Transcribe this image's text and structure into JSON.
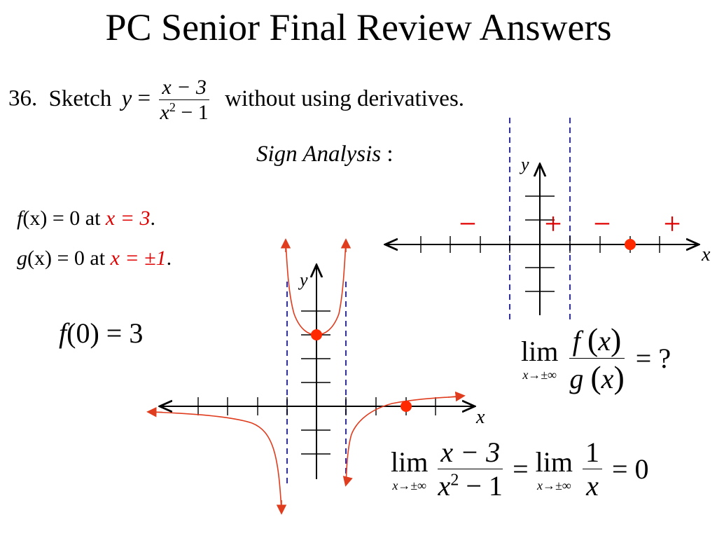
{
  "title": "PC Senior Final Review Answers",
  "problem": {
    "number": "36.",
    "sketch_word": "Sketch",
    "y_var": "y",
    "equals": "=",
    "numerator": "x − 3",
    "den_base": "x",
    "den_exp": "2",
    "den_rest": " − 1",
    "suffix": "without using derivatives."
  },
  "sign_analysis": {
    "label": "Sign Analysis",
    "colon": " :"
  },
  "zeros": {
    "f_name": "f",
    "f_arg": "(x)",
    "f_eq": " = 0 ",
    "f_at": "at ",
    "f_val": "x = 3",
    "f_period": ".",
    "g_name": "g",
    "g_arg": "(x)",
    "g_eq": " = 0 ",
    "g_at": "at ",
    "g_val": "x = ±1",
    "g_period": "."
  },
  "intercept": {
    "name": "f",
    "arg": "(0)",
    "eq": " = 3"
  },
  "limit1": {
    "lim": "lim",
    "sub": "x→±∞",
    "num_f": "f",
    "num_arg": "x",
    "den_g": "g",
    "den_arg": "x",
    "lparen": "(",
    "rparen": ")",
    "rhs": " = ?"
  },
  "limit2": {
    "lim": "lim",
    "sub": "x→±∞",
    "num": "x − 3",
    "den_base": "x",
    "den_exp": "2",
    "den_rest": " − 1",
    "eq": " = ",
    "lim2": "lim",
    "sub2": "x→±∞",
    "num2": "1",
    "den2": "x",
    "rhs": " = 0"
  },
  "sign_chart": {
    "y_label": "y",
    "x_label": "x",
    "signs": [
      "−",
      "+",
      "−",
      "+"
    ]
  },
  "graph": {
    "y_label": "y",
    "x_label": "x"
  },
  "colors": {
    "accent": "#e00000",
    "curve": "#e03c1e",
    "asymptote": "#2a2ad0",
    "point": "#ff2a00"
  }
}
